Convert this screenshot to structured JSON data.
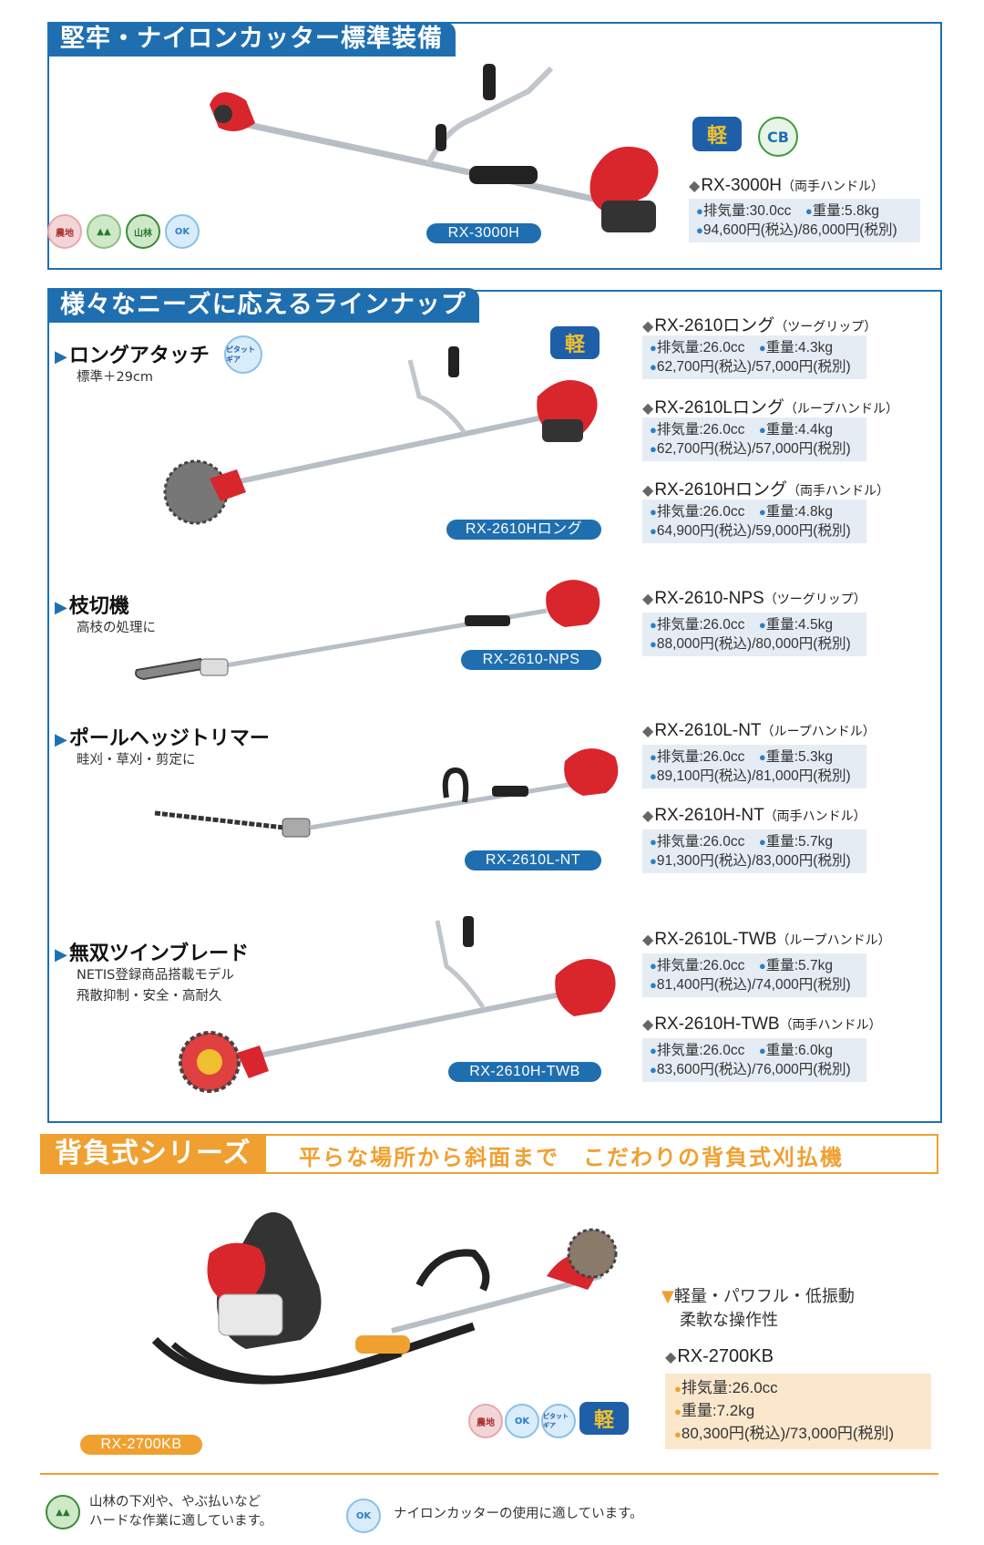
{
  "section1": {
    "banner": "堅牢・ナイロンカッター標準装備",
    "product": {
      "label": "RX-3000H",
      "model": "RX-3000H",
      "note": "（両手ハンドル）",
      "displacement": "排気量:30.0cc",
      "weight": "重量:5.8kg",
      "price": "94,600円(税込)/86,000円(税別)"
    },
    "badges": [
      "農地",
      "山林",
      "OK"
    ],
    "logos": [
      "軽",
      "CB"
    ]
  },
  "section2": {
    "banner": "様々なニーズに応えるラインナップ",
    "categories": [
      {
        "title": "ロングアタッチ",
        "subtitle": "標準＋29cm",
        "badge": "ピタットギア",
        "label": "RX-2610Hロング",
        "models": [
          {
            "name": "RX-2610ロング",
            "note": "（ツーグリップ）",
            "displacement": "排気量:26.0cc",
            "weight": "重量:4.3kg",
            "price": "62,700円(税込)/57,000円(税別)"
          },
          {
            "name": "RX-2610Lロング",
            "note": "（ループハンドル）",
            "displacement": "排気量:26.0cc",
            "weight": "重量:4.4kg",
            "price": "62,700円(税込)/57,000円(税別)"
          },
          {
            "name": "RX-2610Hロング",
            "note": "（両手ハンドル）",
            "displacement": "排気量:26.0cc",
            "weight": "重量:4.8kg",
            "price": "64,900円(税込)/59,000円(税別)"
          }
        ]
      },
      {
        "title": "枝切機",
        "subtitle": "高枝の処理に",
        "label": "RX-2610-NPS",
        "models": [
          {
            "name": "RX-2610-NPS",
            "note": "（ツーグリップ）",
            "displacement": "排気量:26.0cc",
            "weight": "重量:4.5kg",
            "price": "88,000円(税込)/80,000円(税別)"
          }
        ]
      },
      {
        "title": "ポールヘッジトリマー",
        "subtitle": "畦刈・草刈・剪定に",
        "label": "RX-2610L-NT",
        "models": [
          {
            "name": "RX-2610L-NT",
            "note": "（ループハンドル）",
            "displacement": "排気量:26.0cc",
            "weight": "重量:5.3kg",
            "price": "89,100円(税込)/81,000円(税別)"
          },
          {
            "name": "RX-2610H-NT",
            "note": "（両手ハンドル）",
            "displacement": "排気量:26.0cc",
            "weight": "重量:5.7kg",
            "price": "91,300円(税込)/83,000円(税別)"
          }
        ]
      },
      {
        "title": "無双ツインブレード",
        "subtitle": "NETIS登録商品搭載モデル",
        "subtitle2": "飛散抑制・安全・高耐久",
        "label": "RX-2610H-TWB",
        "models": [
          {
            "name": "RX-2610L-TWB",
            "note": "（ループハンドル）",
            "displacement": "排気量:26.0cc",
            "weight": "重量:5.7kg",
            "price": "81,400円(税込)/74,000円(税別)"
          },
          {
            "name": "RX-2610H-TWB",
            "note": "（両手ハンドル）",
            "displacement": "排気量:26.0cc",
            "weight": "重量:6.0kg",
            "price": "83,600円(税込)/76,000円(税別)"
          }
        ]
      }
    ]
  },
  "section3": {
    "banner_main": "背負式シリーズ",
    "banner_sub": "平らな場所から斜面まで　こだわりの背負式刈払機",
    "feature1": "軽量・パワフル・低振動",
    "feature2": "柔軟な操作性",
    "model": "RX-2700KB",
    "displacement": "排気量:26.0cc",
    "weight": "重量:7.2kg",
    "price": "80,300円(税込)/73,000円(税別)",
    "label": "RX-2700KB",
    "badges": [
      "農地",
      "OK",
      "ピタットギア",
      "軽"
    ]
  },
  "footer": {
    "left_line1": "山林の下刈や、やぶ払いなど",
    "left_line2": "ハードな作業に適しています。",
    "right": "ナイロンカッターの使用に適しています。"
  },
  "colors": {
    "blue": "#1f6fb0",
    "orange": "#f0a030",
    "spec_bg": "#e6ecf4",
    "spec_bg_orange": "#fbe8cc",
    "engine_red": "#d8262c"
  }
}
